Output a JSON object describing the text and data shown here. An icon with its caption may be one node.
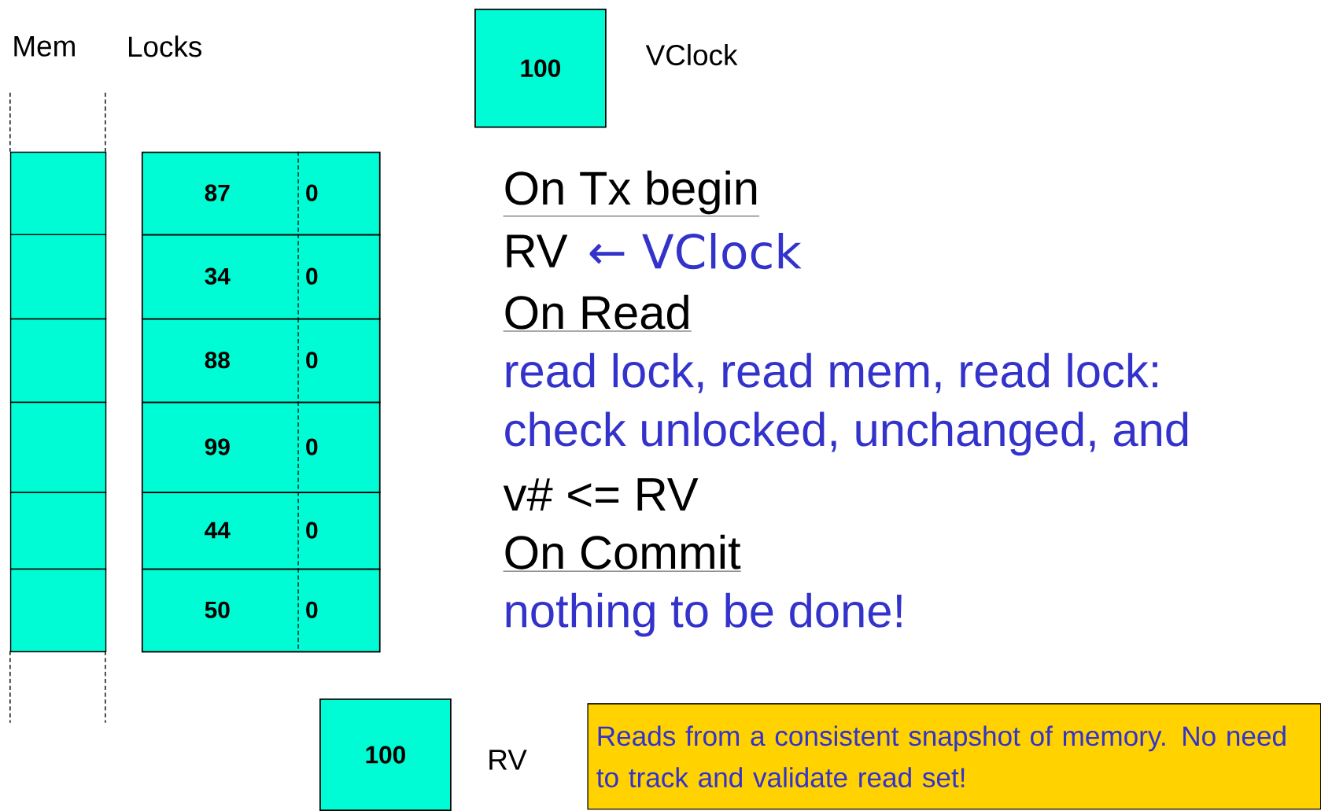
{
  "diagram": {
    "nodes": [
      {
        "text": [
          "100"
        ],
        "beside": [
          "VClock"
        ]
      },
      {
        "text": [],
        "shape": "box"
      },
      {
        "text": [],
        "shape": "box"
      },
      {
        "text": [],
        "shape": "box"
      },
      {
        "text": [],
        "shape": "box"
      },
      {
        "text": [],
        "shape": "box"
      },
      {
        "text": [],
        "shape": "box"
      },
      {
        "text": [
          "87",
          "0"
        ]
      },
      {
        "text": [
          "34",
          "0"
        ]
      },
      {
        "text": [
          "88",
          "0"
        ]
      },
      {
        "text": [
          "99",
          "0"
        ]
      },
      {
        "text": [
          "44",
          "0"
        ]
      },
      {
        "text": [
          "50",
          "0"
        ]
      },
      {
        "text": [
          "100"
        ],
        "beside": [
          "RV"
        ]
      },
      {
        "text": [
          "Reads from a consistent snapshot of memory. No need to track and validate read set!"
        ]
      }
    ],
    "edges": [],
    "labels": [
      "Mem",
      "Locks",
      "On Tx begin",
      "RV",
      "← VClock",
      "On Read",
      "read lock, read mem, read lock:",
      "check unlocked, unchanged, and",
      "v# <= RV",
      "On Commit",
      "nothing to be done!"
    ]
  }
}
